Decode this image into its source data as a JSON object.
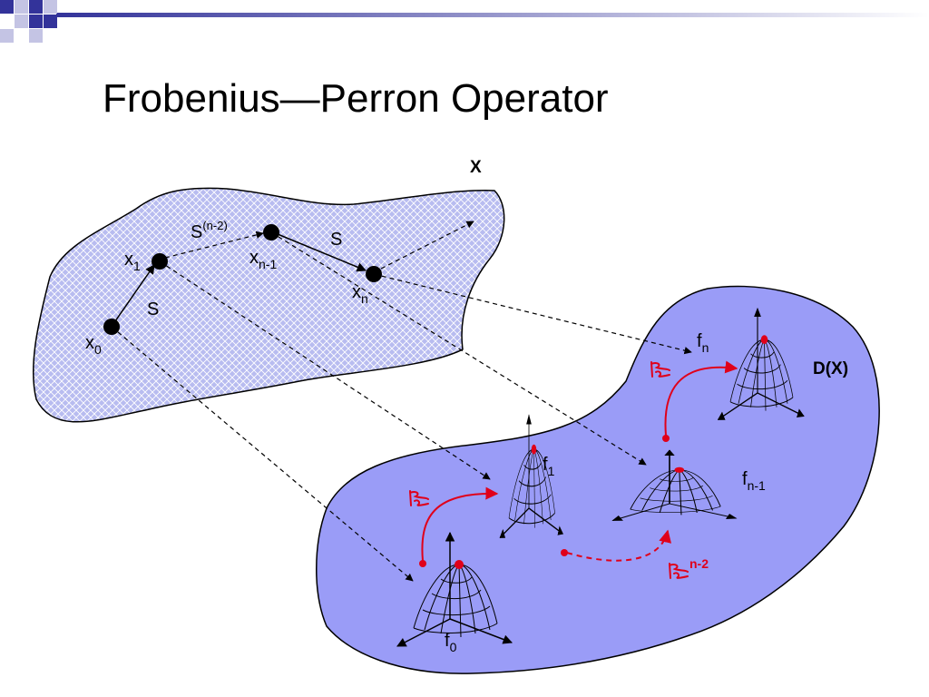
{
  "slide": {
    "title": "Frobenius—Perron Operator"
  },
  "diagram": {
    "state_space_label": "X",
    "density_space_label": "D(X)",
    "map_label": "S",
    "map_label_iter_base": "S",
    "map_label_iter_sup": "(n-2)",
    "points": [
      {
        "base": "x",
        "sub": "0"
      },
      {
        "base": "x",
        "sub": "1"
      },
      {
        "base": "x",
        "sub": "n-1"
      },
      {
        "base": "x",
        "sub": "n"
      }
    ],
    "densities": [
      {
        "base": "f",
        "sub": "0"
      },
      {
        "base": "f",
        "sub": "1"
      },
      {
        "base": "f",
        "sub": "n-1"
      },
      {
        "base": "f",
        "sub": "n"
      }
    ],
    "operator_iter_sup": "n-2",
    "colors": {
      "state_space_fill": "#b8bcf0",
      "state_space_pattern": "#ffffff",
      "density_space_fill": "#9a9cf7",
      "operator_arrow": "#e0001a",
      "points": "#000000",
      "header_square_dark": "#33339a",
      "header_square_light": "#c4c4e4"
    },
    "operator_icon": "operator-glyph-icon"
  }
}
